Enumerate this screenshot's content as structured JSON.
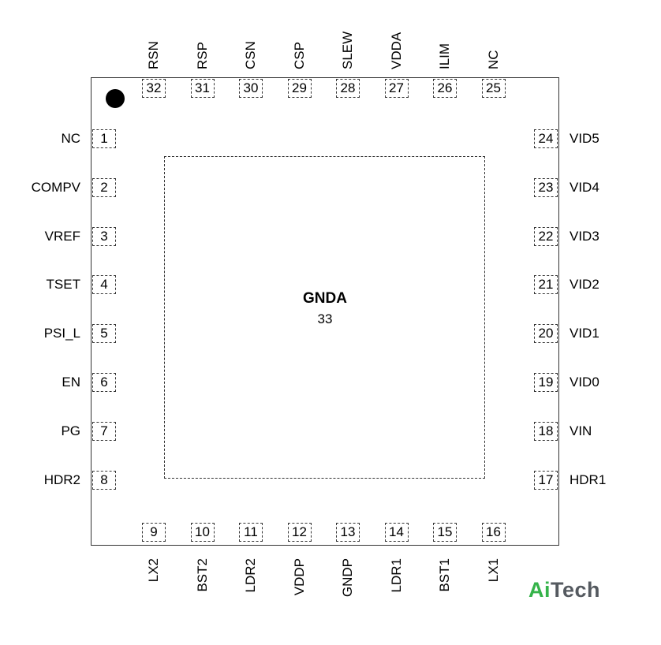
{
  "exposed_pad": {
    "name": "GNDA",
    "number": "33"
  },
  "logo": {
    "part1": "Ai",
    "part2": "Tech"
  },
  "pins_left": [
    {
      "num": "1",
      "name": "NC"
    },
    {
      "num": "2",
      "name": "COMPV"
    },
    {
      "num": "3",
      "name": "VREF"
    },
    {
      "num": "4",
      "name": "TSET"
    },
    {
      "num": "5",
      "name": "PSI_L"
    },
    {
      "num": "6",
      "name": "EN"
    },
    {
      "num": "7",
      "name": "PG"
    },
    {
      "num": "8",
      "name": "HDR2"
    }
  ],
  "pins_bottom": [
    {
      "num": "9",
      "name": "LX2"
    },
    {
      "num": "10",
      "name": "BST2"
    },
    {
      "num": "11",
      "name": "LDR2"
    },
    {
      "num": "12",
      "name": "VDDP"
    },
    {
      "num": "13",
      "name": "GNDP"
    },
    {
      "num": "14",
      "name": "LDR1"
    },
    {
      "num": "15",
      "name": "BST1"
    },
    {
      "num": "16",
      "name": "LX1"
    }
  ],
  "pins_right": [
    {
      "num": "24",
      "name": "VID5"
    },
    {
      "num": "23",
      "name": "VID4"
    },
    {
      "num": "22",
      "name": "VID3"
    },
    {
      "num": "21",
      "name": "VID2"
    },
    {
      "num": "20",
      "name": "VID1"
    },
    {
      "num": "19",
      "name": "VID0"
    },
    {
      "num": "18",
      "name": "VIN"
    },
    {
      "num": "17",
      "name": "HDR1"
    }
  ],
  "pins_top": [
    {
      "num": "32",
      "name": "RSN"
    },
    {
      "num": "31",
      "name": "RSP"
    },
    {
      "num": "30",
      "name": "CSN"
    },
    {
      "num": "29",
      "name": "CSP"
    },
    {
      "num": "28",
      "name": "SLEW"
    },
    {
      "num": "27",
      "name": "VDDA"
    },
    {
      "num": "26",
      "name": "ILIM"
    },
    {
      "num": "25",
      "name": "NC"
    }
  ]
}
